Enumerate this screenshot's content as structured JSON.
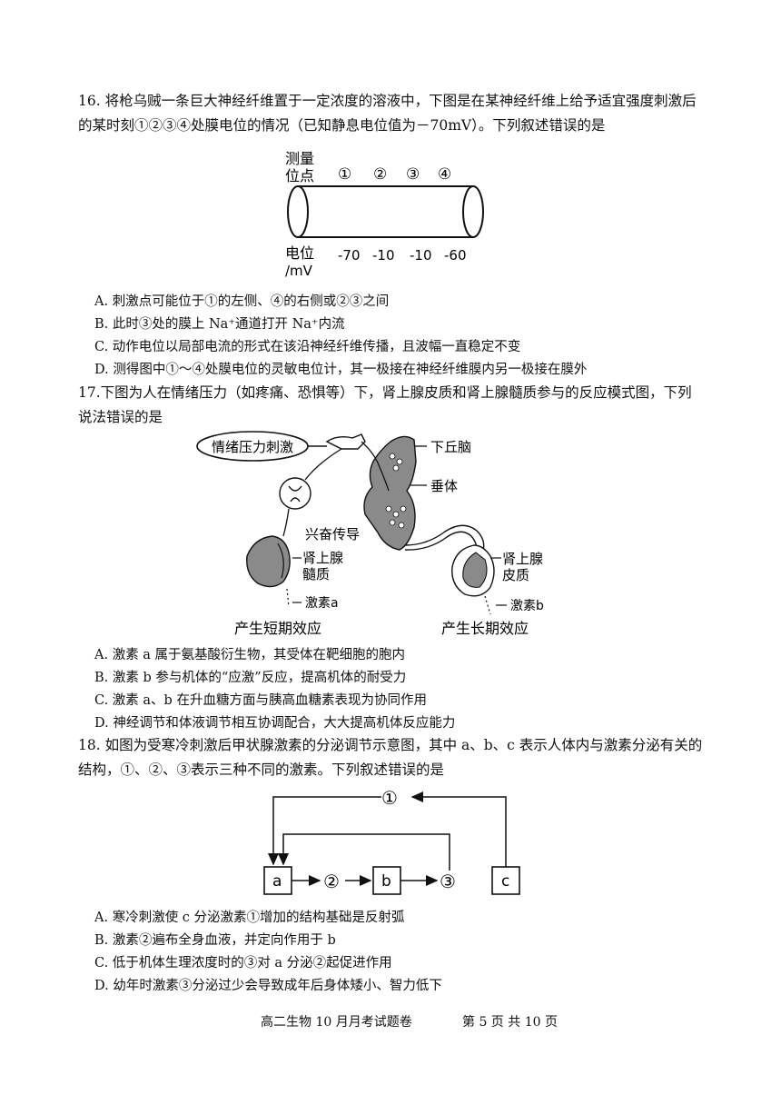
{
  "q16": {
    "stem": "16. 将枪乌贼一条巨大神经纤维置于一定浓度的溶液中，下图是在某神经纤维上给予适宜强度刺激后的某时刻①②③④处膜电位的情况（已知静息电位值为－70mV）。下列叙述错误的是",
    "figure": {
      "point_label_1": "测量",
      "point_label_2": "位点",
      "points": [
        "①",
        "②",
        "③",
        "④"
      ],
      "potential_label_1": "电位",
      "potential_label_2": "/mV",
      "potentials": [
        "-70",
        "-10",
        "-10",
        "-60"
      ]
    },
    "options": [
      "A.  刺激点可能位于①的左侧、④的右侧或②③之间",
      "B.  此时③处的膜上 Na⁺通道打开 Na⁺内流",
      "C.  动作电位以局部电流的形式在该沿神经纤维传播，且波幅一直稳定不变",
      "D.  测得图中①～④处膜电位的灵敏电位计，其一极接在神经纤维膜内另一极接在膜外"
    ]
  },
  "q17": {
    "stem": "17.下图为人在情绪压力（如疼痛、恐惧等）下，肾上腺皮质和肾上腺髓质参与的反应模式图，下列说法错误的是",
    "figure": {
      "stimulus": "情绪压力刺激",
      "hypothalamus": "下丘脑",
      "pituitary": "垂体",
      "excitation": "兴奋传导",
      "medulla_1": "肾上腺",
      "medulla_2": "髓质",
      "cortex_1": "肾上腺",
      "cortex_2": "皮质",
      "hormone_a": "激素a",
      "hormone_b": "激素b",
      "short_effect": "产生短期效应",
      "long_effect": "产生长期效应"
    },
    "options": [
      "A.  激素 a 属于氨基酸衍生物，其受体在靶细胞的胞内",
      "B.  激素 b 参与机体的“应激”反应，提高机体的耐受力",
      "C.  激素 a、b 在升血糖方面与胰高血糖素表现为协同作用",
      "D.  神经调节和体液调节相互协调配合，大大提高机体反应能力"
    ]
  },
  "q18": {
    "stem": "18. 如图为受寒冷刺激后甲状腺激素的分泌调节示意图，其中 a、b、c 表示人体内与激素分泌有关的结构，①、②、③表示三种不同的激素。下列叙述错误的是",
    "figure": {
      "box_a": "a",
      "box_b": "b",
      "box_c": "c",
      "h1": "①",
      "h2": "②",
      "h3": "③"
    },
    "options": [
      "A.  寒冷刺激使 c 分泌激素①增加的结构基础是反射弧",
      "B.  激素②遍布全身血液，并定向作用于 b",
      "C.  低于机体生理浓度时的③对 a 分泌②起促进作用",
      "D.  幼年时激素③分泌过少会导致成年后身体矮小、智力低下"
    ]
  },
  "footer": {
    "title": "高二生物 10 月月考试题卷",
    "page": "第 5 页 共 10 页"
  }
}
